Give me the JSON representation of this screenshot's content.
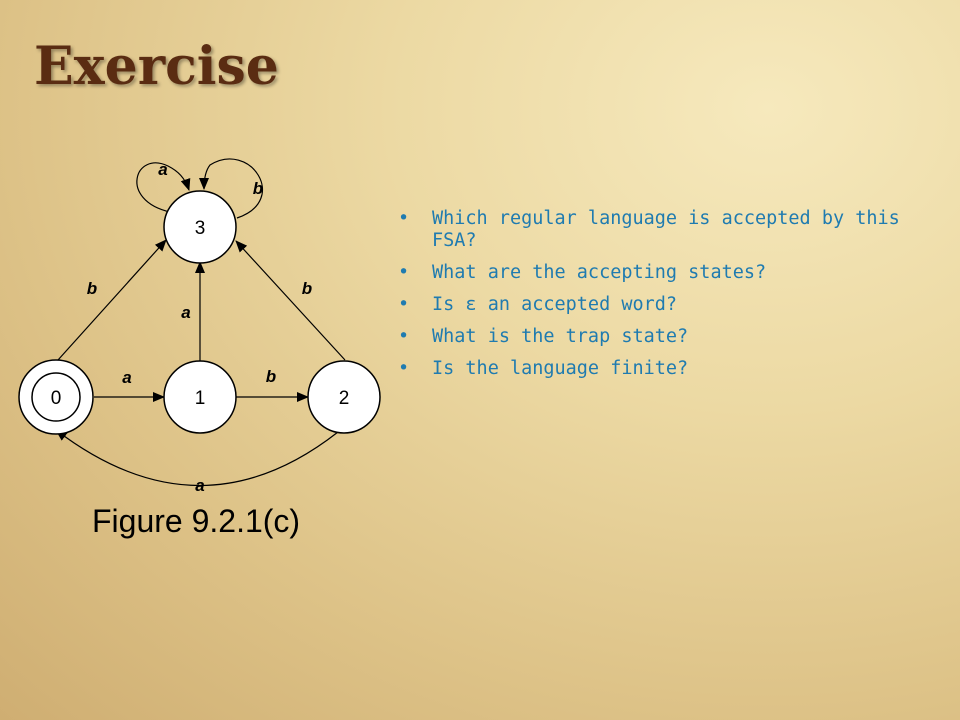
{
  "slide": {
    "title": "Exercise",
    "figure_caption": "Figure 9.2.1(c)",
    "questions": [
      "Which regular language is accepted by this FSA?",
      "What are the accepting states?",
      "Is ε an accepted word?",
      "What is the trap state?",
      "Is the language finite?"
    ],
    "text_color": "#1f7bb0",
    "title_color": "#5a2c12"
  },
  "fsa": {
    "states": [
      {
        "id": "0",
        "label": "0",
        "accepting": true
      },
      {
        "id": "1",
        "label": "1",
        "accepting": false
      },
      {
        "id": "2",
        "label": "2",
        "accepting": false
      },
      {
        "id": "3",
        "label": "3",
        "accepting": false
      }
    ],
    "transitions": [
      {
        "from": "0",
        "to": "1",
        "label": "a"
      },
      {
        "from": "1",
        "to": "2",
        "label": "b"
      },
      {
        "from": "2",
        "to": "0",
        "label": "a"
      },
      {
        "from": "0",
        "to": "3",
        "label": "b"
      },
      {
        "from": "1",
        "to": "3",
        "label": "a"
      },
      {
        "from": "2",
        "to": "3",
        "label": "b"
      },
      {
        "from": "3",
        "to": "3",
        "label": "a"
      },
      {
        "from": "3",
        "to": "3",
        "label": "b"
      }
    ]
  }
}
